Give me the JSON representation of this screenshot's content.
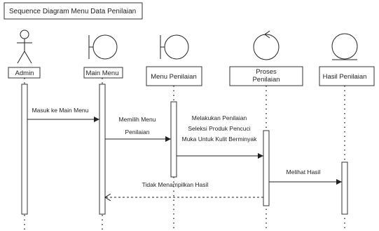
{
  "diagram": {
    "title": "Sequence Diagram Menu Data Penilaian",
    "participants": [
      {
        "kind": "actor",
        "name": "Admin"
      },
      {
        "kind": "boundary",
        "name": "Main Menu"
      },
      {
        "kind": "boundary",
        "name": "Menu  Penilaian"
      },
      {
        "kind": "control",
        "name": [
          "Proses",
          "Penilaian"
        ]
      },
      {
        "kind": "entity",
        "name": "Hasil Penilaian"
      }
    ],
    "messages": [
      {
        "from": 0,
        "to": 1,
        "label": [
          "Masuk ke Main Menu"
        ],
        "style": "solid"
      },
      {
        "from": 1,
        "to": 2,
        "label": [
          "Memilih Menu",
          "Penilaian"
        ],
        "style": "solid"
      },
      {
        "from": 2,
        "to": 3,
        "label": [
          "Melakukan Penilaian",
          "Seleksi Produk Pencuci",
          "Muka Untuk Kulit Berminyak"
        ],
        "style": "solid"
      },
      {
        "from": 3,
        "to": 4,
        "label": [
          "Melihat Hasil"
        ],
        "style": "solid"
      },
      {
        "from": 3,
        "to": 1,
        "label": [
          "Tidak Menampilkan Hasil"
        ],
        "style": "dashed"
      }
    ],
    "colors": {
      "line": "#222222",
      "box_border": "#333333",
      "box_fill": "#ffffff",
      "activation_fill": "#ffffff"
    }
  }
}
